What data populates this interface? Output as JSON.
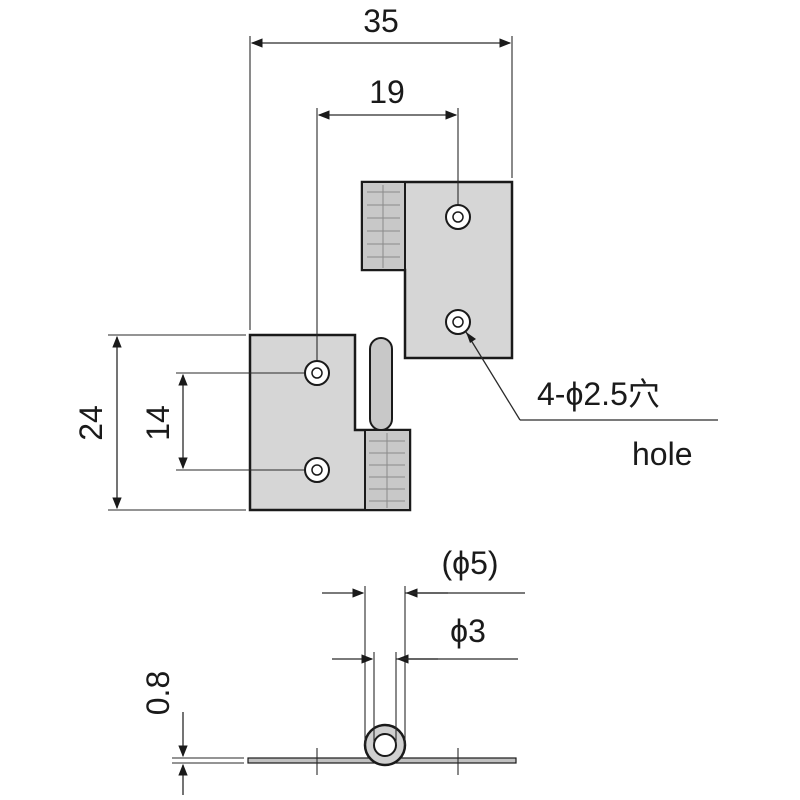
{
  "dimensions": {
    "overall_width": "35",
    "hole_spacing_horizontal": "19",
    "leaf_height": "24",
    "hole_spacing_vertical": "14",
    "hole_callout": "4-ϕ2.5穴",
    "hole_callout_en": "hole",
    "knuckle_outer_diameter": "(ϕ5)",
    "pin_diameter": "ϕ3",
    "plate_thickness": "0.8"
  }
}
